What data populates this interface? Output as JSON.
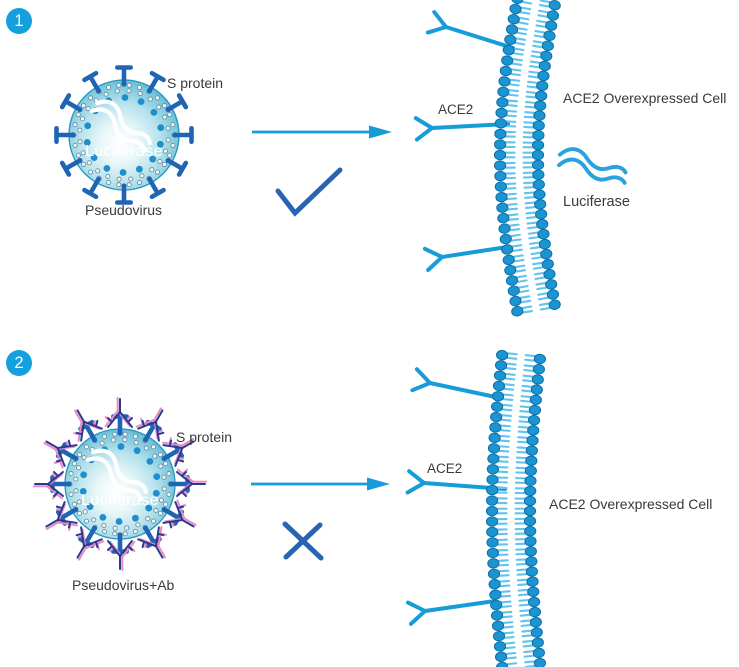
{
  "panels": [
    {
      "step": "1",
      "spike_label": "S protein",
      "virus_label": "Pseudovirus",
      "virus_gene_label": "Luciferase",
      "receptor_label": "ACE2",
      "cell_label": "ACE2 Overexpressed Cell",
      "cell_protein_label": "Luciferase",
      "outcome": "entry-success-checkmark"
    },
    {
      "step": "2",
      "spike_label": "S protein",
      "virus_label": "Pseudovirus+Ab",
      "virus_gene_label": "Luciferase",
      "receptor_label": "ACE2",
      "cell_label": "ACE2 Overexpressed Cell",
      "outcome": "entry-blocked-cross"
    }
  ],
  "colors": {
    "primary_blue": "#189cd8",
    "mark_blue": "#2a63b2",
    "badge_blue": "#14a0dd",
    "spike_blue": "#2065b4",
    "antibody_navy": "#2b3990",
    "antibody_pink": "#e88bc4",
    "membrane_head": "#1b95d1",
    "membrane_head_stroke": "#0d6ea6",
    "membrane_tail": "#62c3ee",
    "virus_rim": "#2496c4",
    "virus_dot": "#1e8fcb",
    "ring_dot_stroke": "#6b8fa6",
    "cell_protein_blue": "#2ba2df",
    "text_dark": "#3a3a3c"
  }
}
